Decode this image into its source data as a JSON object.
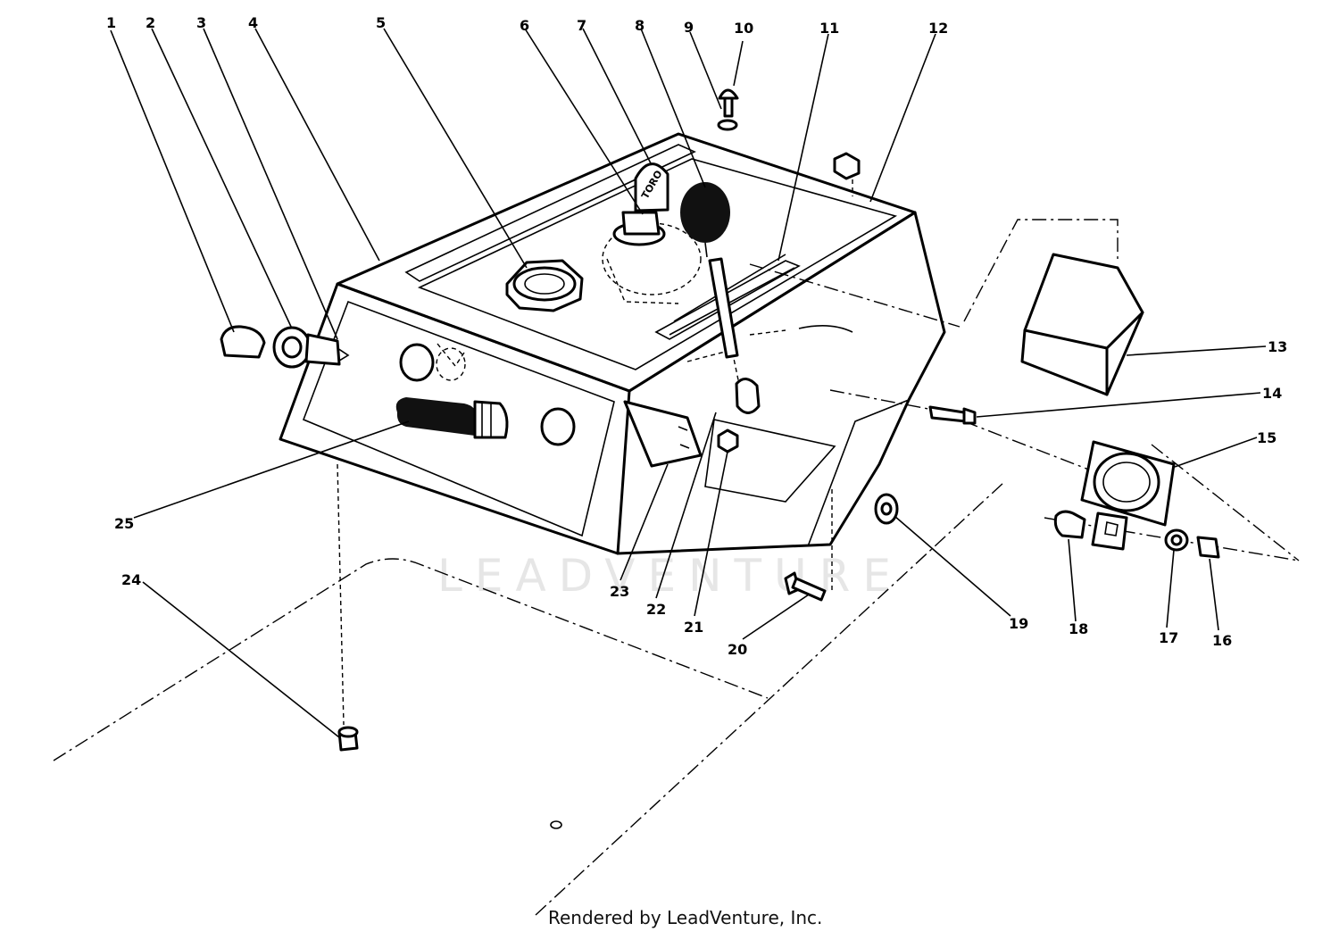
{
  "watermark": "LEADVENTURE",
  "credit": "Rendered by LeadVenture, Inc.",
  "callouts": [
    "1",
    "2",
    "3",
    "4",
    "5",
    "6",
    "7",
    "8",
    "9",
    "10",
    "11",
    "12",
    "13",
    "14",
    "15",
    "16",
    "17",
    "18",
    "19",
    "20",
    "21",
    "22",
    "23",
    "24",
    "25"
  ],
  "key_text": "TORO"
}
